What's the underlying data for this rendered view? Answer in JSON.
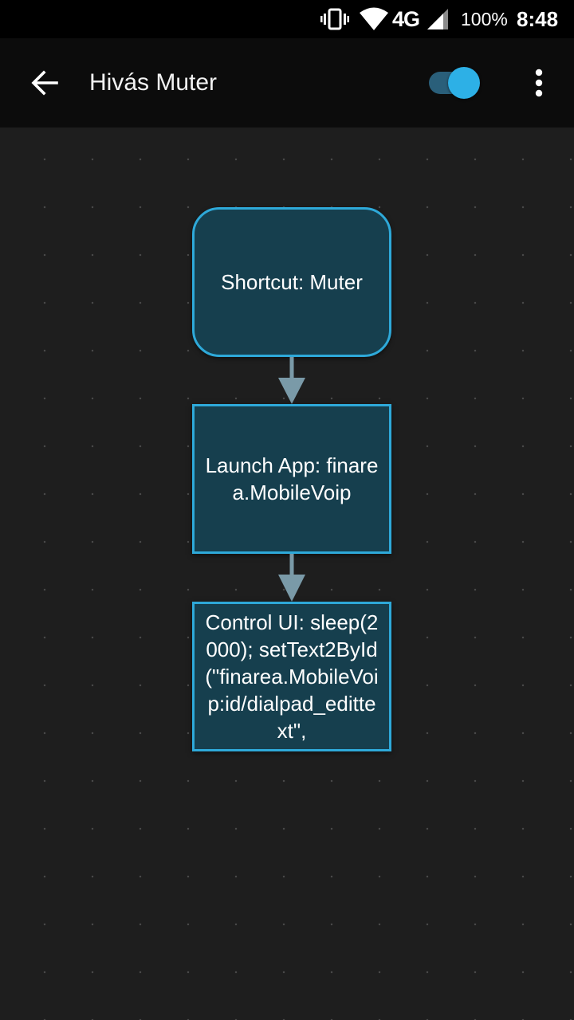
{
  "status_bar": {
    "network": "4G",
    "battery": "100%",
    "time": "8:48",
    "icons": [
      "vibrate-icon",
      "wifi-icon",
      "signal-icon"
    ]
  },
  "app_bar": {
    "title": "Hivás Muter",
    "toggle_state": "on",
    "icons": [
      "back-arrow-icon",
      "more-vert-icon"
    ]
  },
  "flow": {
    "nodes": [
      {
        "label": "Shortcut: Muter"
      },
      {
        "label": "Launch App: finarea.MobileVoip"
      },
      {
        "label": "Control UI: sleep(2000); setText2ById(\"finarea.MobileVoip:id/dialpad_edittext\","
      }
    ]
  },
  "colors": {
    "background": "#1e1e1e",
    "app_bar": "#0c0c0c",
    "node_fill": "#163f4e",
    "node_border": "#2ea9d9",
    "accent": "#2db0e6",
    "connector": "#7a9aa8"
  }
}
